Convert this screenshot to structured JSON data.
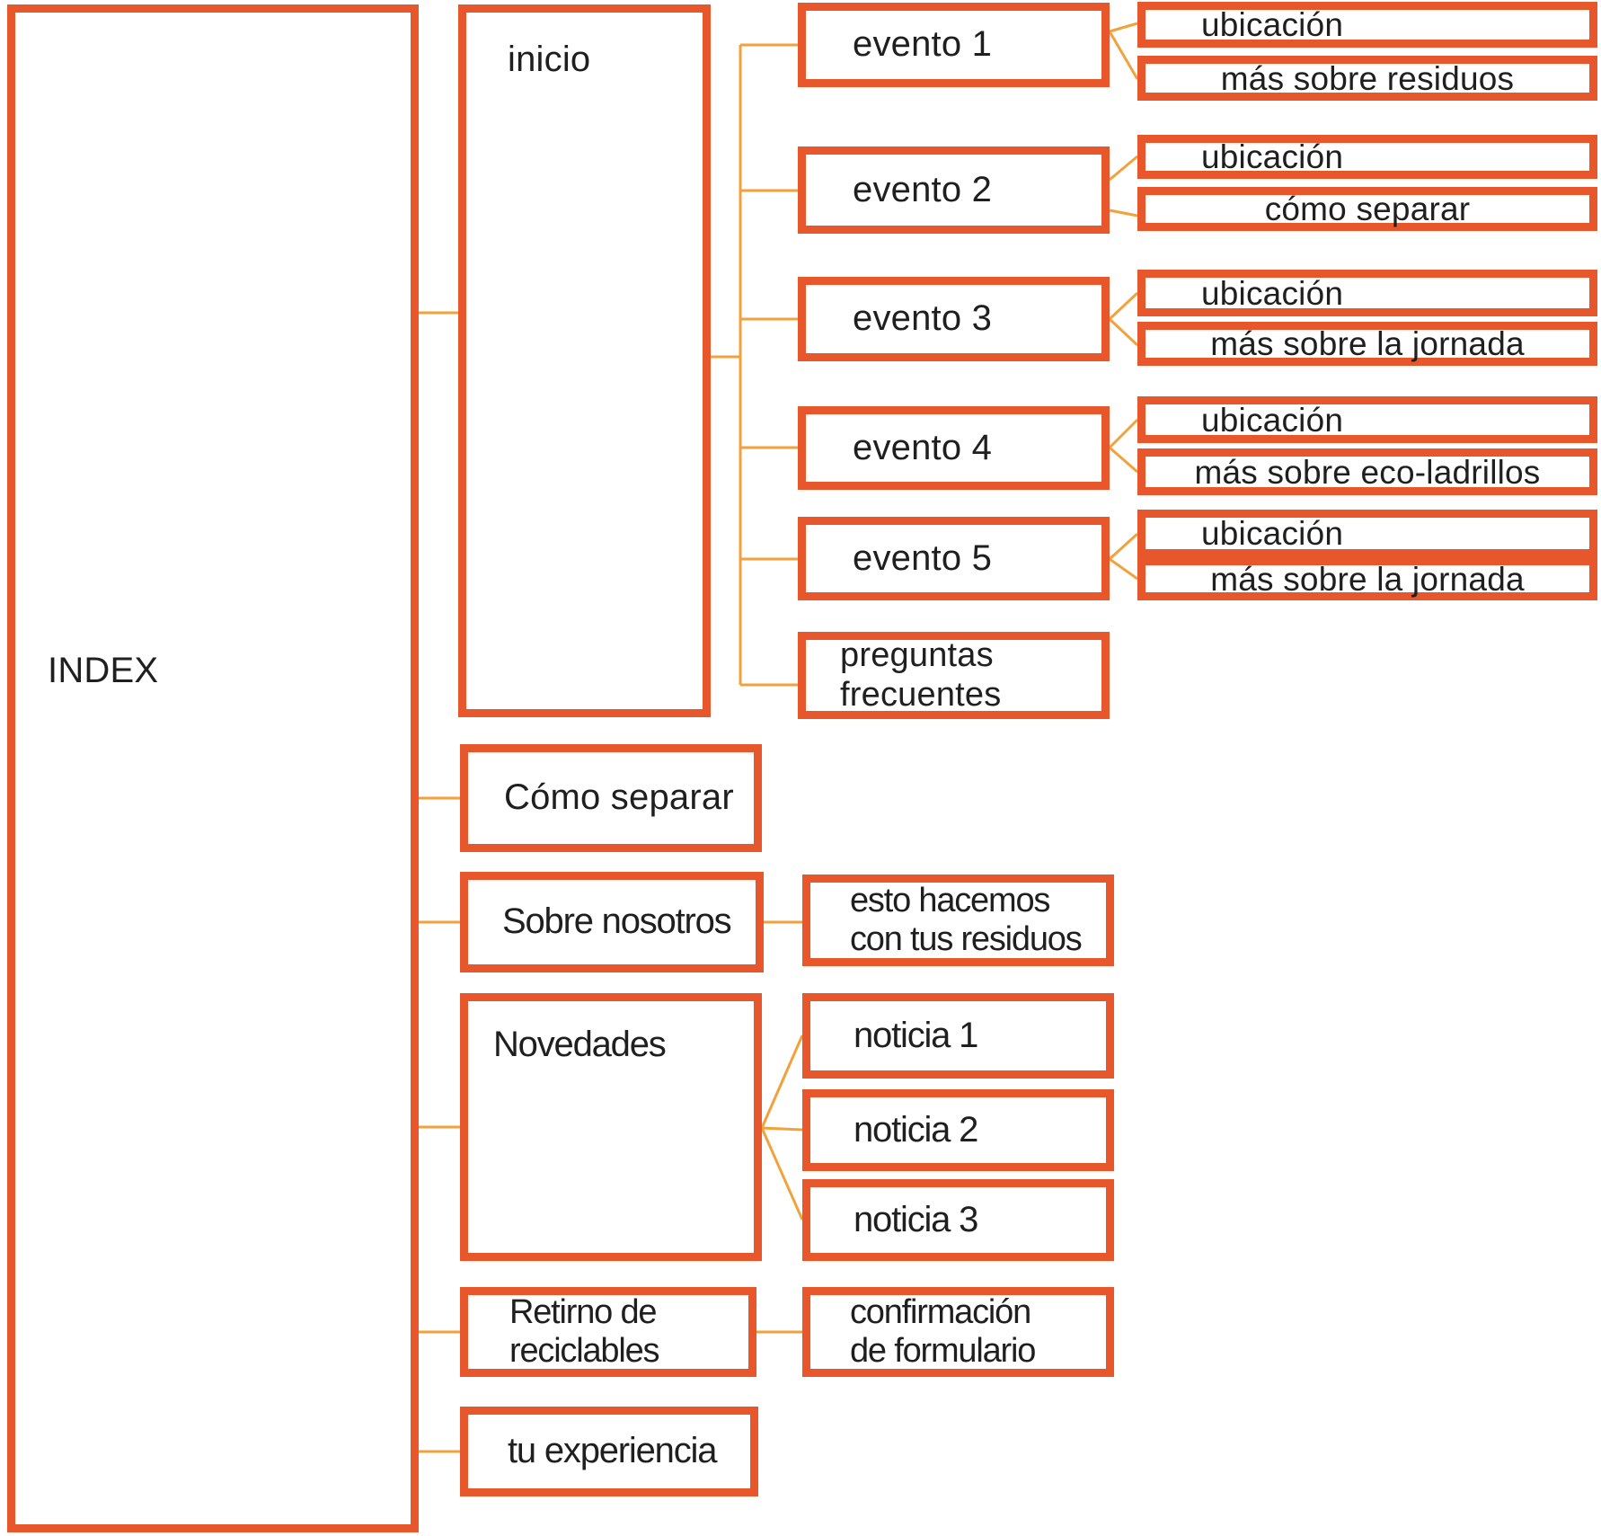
{
  "colors": {
    "border": "#E8562B",
    "line": "#F2A23C",
    "text": "#1F1F1F",
    "bg": "#FFFFFF"
  },
  "sitemap": {
    "index": {
      "label": "INDEX"
    },
    "pages": [
      {
        "label": "inicio",
        "children": [
          {
            "label": "evento 1",
            "children": [
              {
                "label": "ubicación"
              },
              {
                "label": "más sobre residuos"
              }
            ]
          },
          {
            "label": "evento 2",
            "children": [
              {
                "label": "ubicación"
              },
              {
                "label": "cómo separar"
              }
            ]
          },
          {
            "label": "evento 3",
            "children": [
              {
                "label": "ubicación"
              },
              {
                "label": "más sobre la jornada"
              }
            ]
          },
          {
            "label": "evento 4",
            "children": [
              {
                "label": "ubicación"
              },
              {
                "label": "más sobre eco-ladrillos"
              }
            ]
          },
          {
            "label": "evento 5",
            "children": [
              {
                "label": "ubicación"
              },
              {
                "label": "más sobre la jornada"
              }
            ]
          },
          {
            "label": "preguntas\nfrecuentes"
          }
        ]
      },
      {
        "label": "Cómo separar"
      },
      {
        "label": "Sobre nosotros",
        "children": [
          {
            "label": "esto hacemos\ncon tus residuos"
          }
        ]
      },
      {
        "label": "Novedades",
        "children": [
          {
            "label": "noticia 1"
          },
          {
            "label": "noticia 2"
          },
          {
            "label": "noticia 3"
          }
        ]
      },
      {
        "label": "Retirno de\nreciclables",
        "children": [
          {
            "label": "confirmación\nde formulario"
          }
        ]
      },
      {
        "label": "tu experiencia"
      }
    ]
  }
}
